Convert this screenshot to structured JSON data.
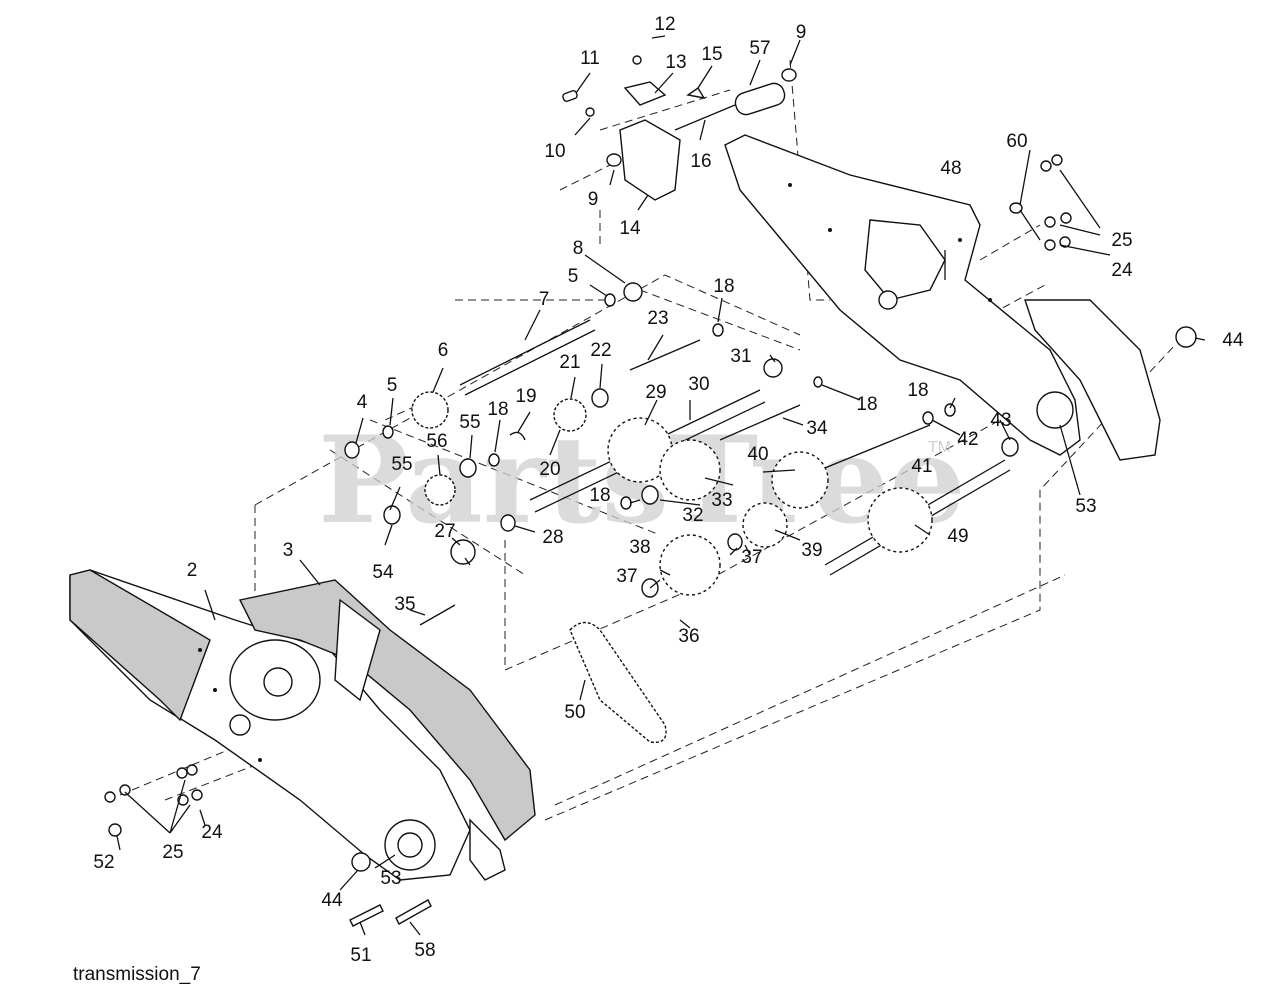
{
  "caption": "transmission_7",
  "watermark": "PartsTree",
  "watermark_tm": "TM",
  "callouts": {
    "c2": "2",
    "c3": "3",
    "c4": "4",
    "c5a": "5",
    "c5b": "5",
    "c6": "6",
    "c7": "7",
    "c8": "8",
    "c9a": "9",
    "c9b": "9",
    "c10": "10",
    "c11": "11",
    "c12": "12",
    "c13": "13",
    "c14": "14",
    "c15": "15",
    "c16": "16",
    "c18a": "18",
    "c18b": "18",
    "c18c": "18",
    "c18d": "18",
    "c18e": "18",
    "c19": "19",
    "c20": "20",
    "c21": "21",
    "c22": "22",
    "c23": "23",
    "c24a": "24",
    "c24b": "24",
    "c25a": "25",
    "c25b": "25",
    "c27": "27",
    "c28": "28",
    "c29": "29",
    "c30": "30",
    "c31": "31",
    "c32": "32",
    "c33": "33",
    "c34": "34",
    "c35": "35",
    "c36": "36",
    "c37a": "37",
    "c37b": "37",
    "c38": "38",
    "c39": "39",
    "c40": "40",
    "c41": "41",
    "c42": "42",
    "c43": "43",
    "c44a": "44",
    "c44b": "44",
    "c48": "48",
    "c49": "49",
    "c50": "50",
    "c51": "51",
    "c52": "52",
    "c53a": "53",
    "c53b": "53",
    "c54": "54",
    "c55a": "55",
    "c55b": "55",
    "c56": "56",
    "c57": "57",
    "c58": "58",
    "c60": "60"
  }
}
